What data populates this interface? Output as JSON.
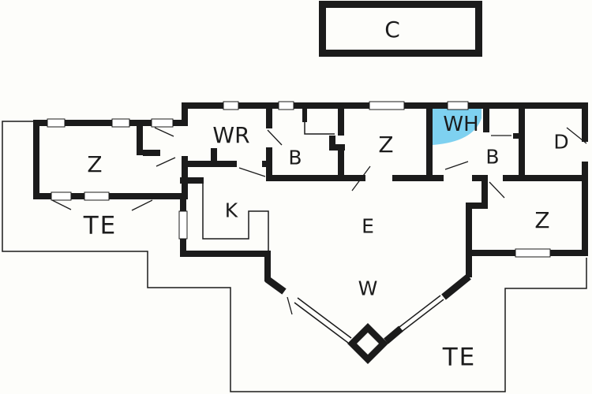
{
  "palette": {
    "wall": "#1b1b1b",
    "floor": "#fdfdfa",
    "background": "#ffffff",
    "highlight": "#7ed1f0",
    "label": "#1c1c1c"
  },
  "garage": {
    "label": "C"
  },
  "highlighted_room": "WH",
  "rooms": {
    "z_left": "Z",
    "te_left": "TE",
    "wr": "WR",
    "b_center": "B",
    "z_center": "Z",
    "wh": "WH",
    "b_right": "B",
    "d": "D",
    "z_right": "Z",
    "k": "K",
    "e": "E",
    "w": "W",
    "te_right": "TE"
  }
}
